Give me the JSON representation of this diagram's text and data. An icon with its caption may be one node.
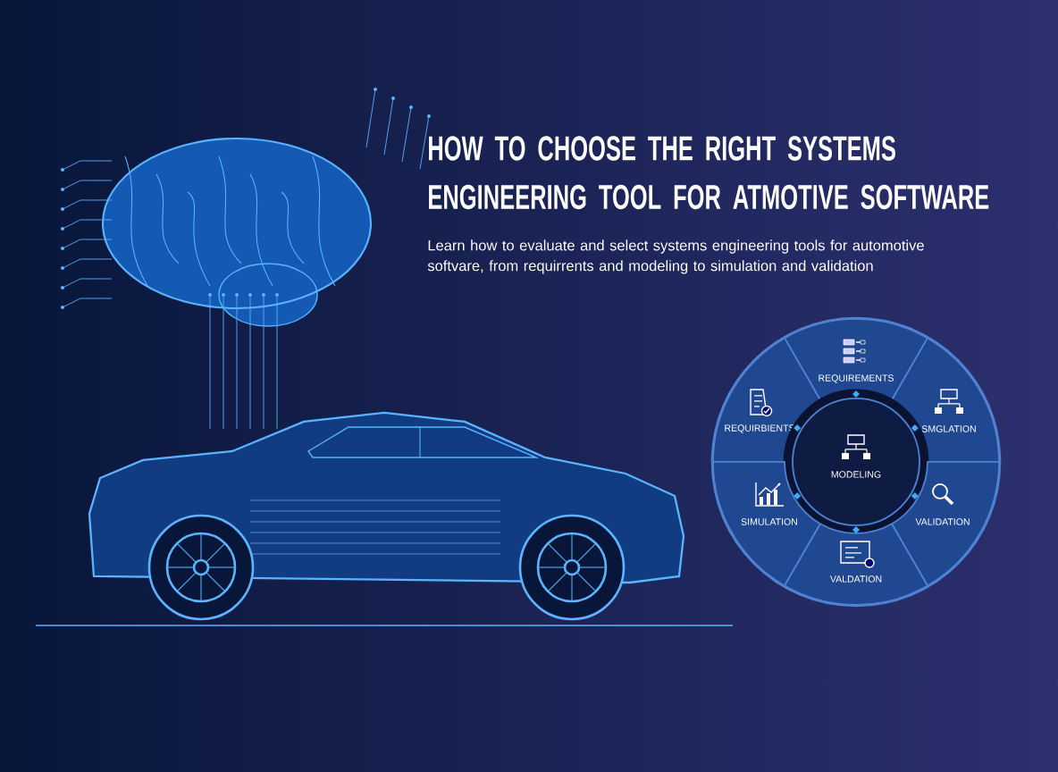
{
  "diagram": {
    "title": "HOW TO CHOOSE THE RIGHT SYSTEMS ENGINEERING TOOL FOR ATMOTIVE SOFTWARE",
    "nodes": [
      {
        "text": [
          "REQUIREMENTS"
        ]
      },
      {
        "text": [
          "REQUIRBIENTS"
        ]
      },
      {
        "text": [
          "SMGLATION"
        ]
      },
      {
        "text": [
          "MODELING"
        ]
      },
      {
        "text": [
          "SIMULATION"
        ]
      },
      {
        "text": [
          "VALIDATION"
        ]
      },
      {
        "text": [
          "VALDATION"
        ]
      }
    ],
    "labels": [
      "Learn how to evaluate and select systems engineering tools for automotive softvare, from requirrents and modeling to simulation and validation"
    ]
  }
}
